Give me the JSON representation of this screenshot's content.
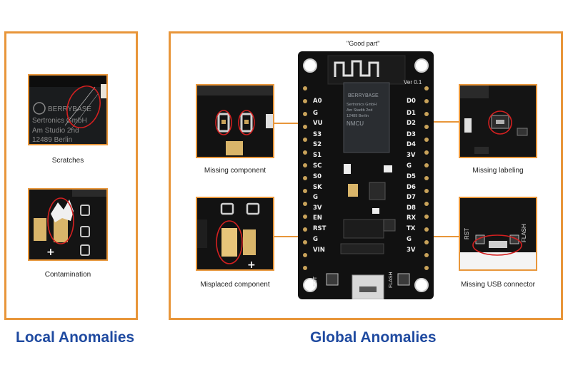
{
  "sections": {
    "local_title": "Local Anomalies",
    "global_title": "Global Anomalies"
  },
  "good_part_label": "\"Good part\"",
  "local": [
    {
      "caption": "Scratches"
    },
    {
      "caption": "Contamination"
    }
  ],
  "global": [
    {
      "caption": "Missing component"
    },
    {
      "caption": "Misplaced component"
    },
    {
      "caption": "Missing labeling"
    },
    {
      "caption": "Missing USB connector"
    }
  ],
  "board": {
    "left_pins": [
      "A0",
      "G",
      "VU",
      "S3",
      "S2",
      "S1",
      "SC",
      "S0",
      "SK",
      "G",
      "3V",
      "EN",
      "RST",
      "G",
      "VIN"
    ],
    "right_pins": [
      "D0",
      "D1",
      "D2",
      "D3",
      "D4",
      "3V",
      "G",
      "D5",
      "D6",
      "D7",
      "D8",
      "RX",
      "TX",
      "G",
      "3V"
    ],
    "module_text": [
      "BERRYBASE",
      "Sertronics GmbH",
      "Am Stadtb 2nd",
      "12489 Berlin",
      "NMCU"
    ],
    "version": "Ver 0.1",
    "rst_label": "RST",
    "flash_label": "FLASH"
  },
  "thumb_text": {
    "scratch_lines": [
      "BERRYBASE",
      "Sertronics GmbH",
      "Am Studio 2nd",
      "12489 Berlin"
    ],
    "usb_labels": [
      "RST",
      "FLASH"
    ]
  },
  "colors": {
    "frame": "#e8963a",
    "title": "#1f4aa0",
    "pcb": "#111111",
    "anomaly_circle": "#d42020"
  }
}
